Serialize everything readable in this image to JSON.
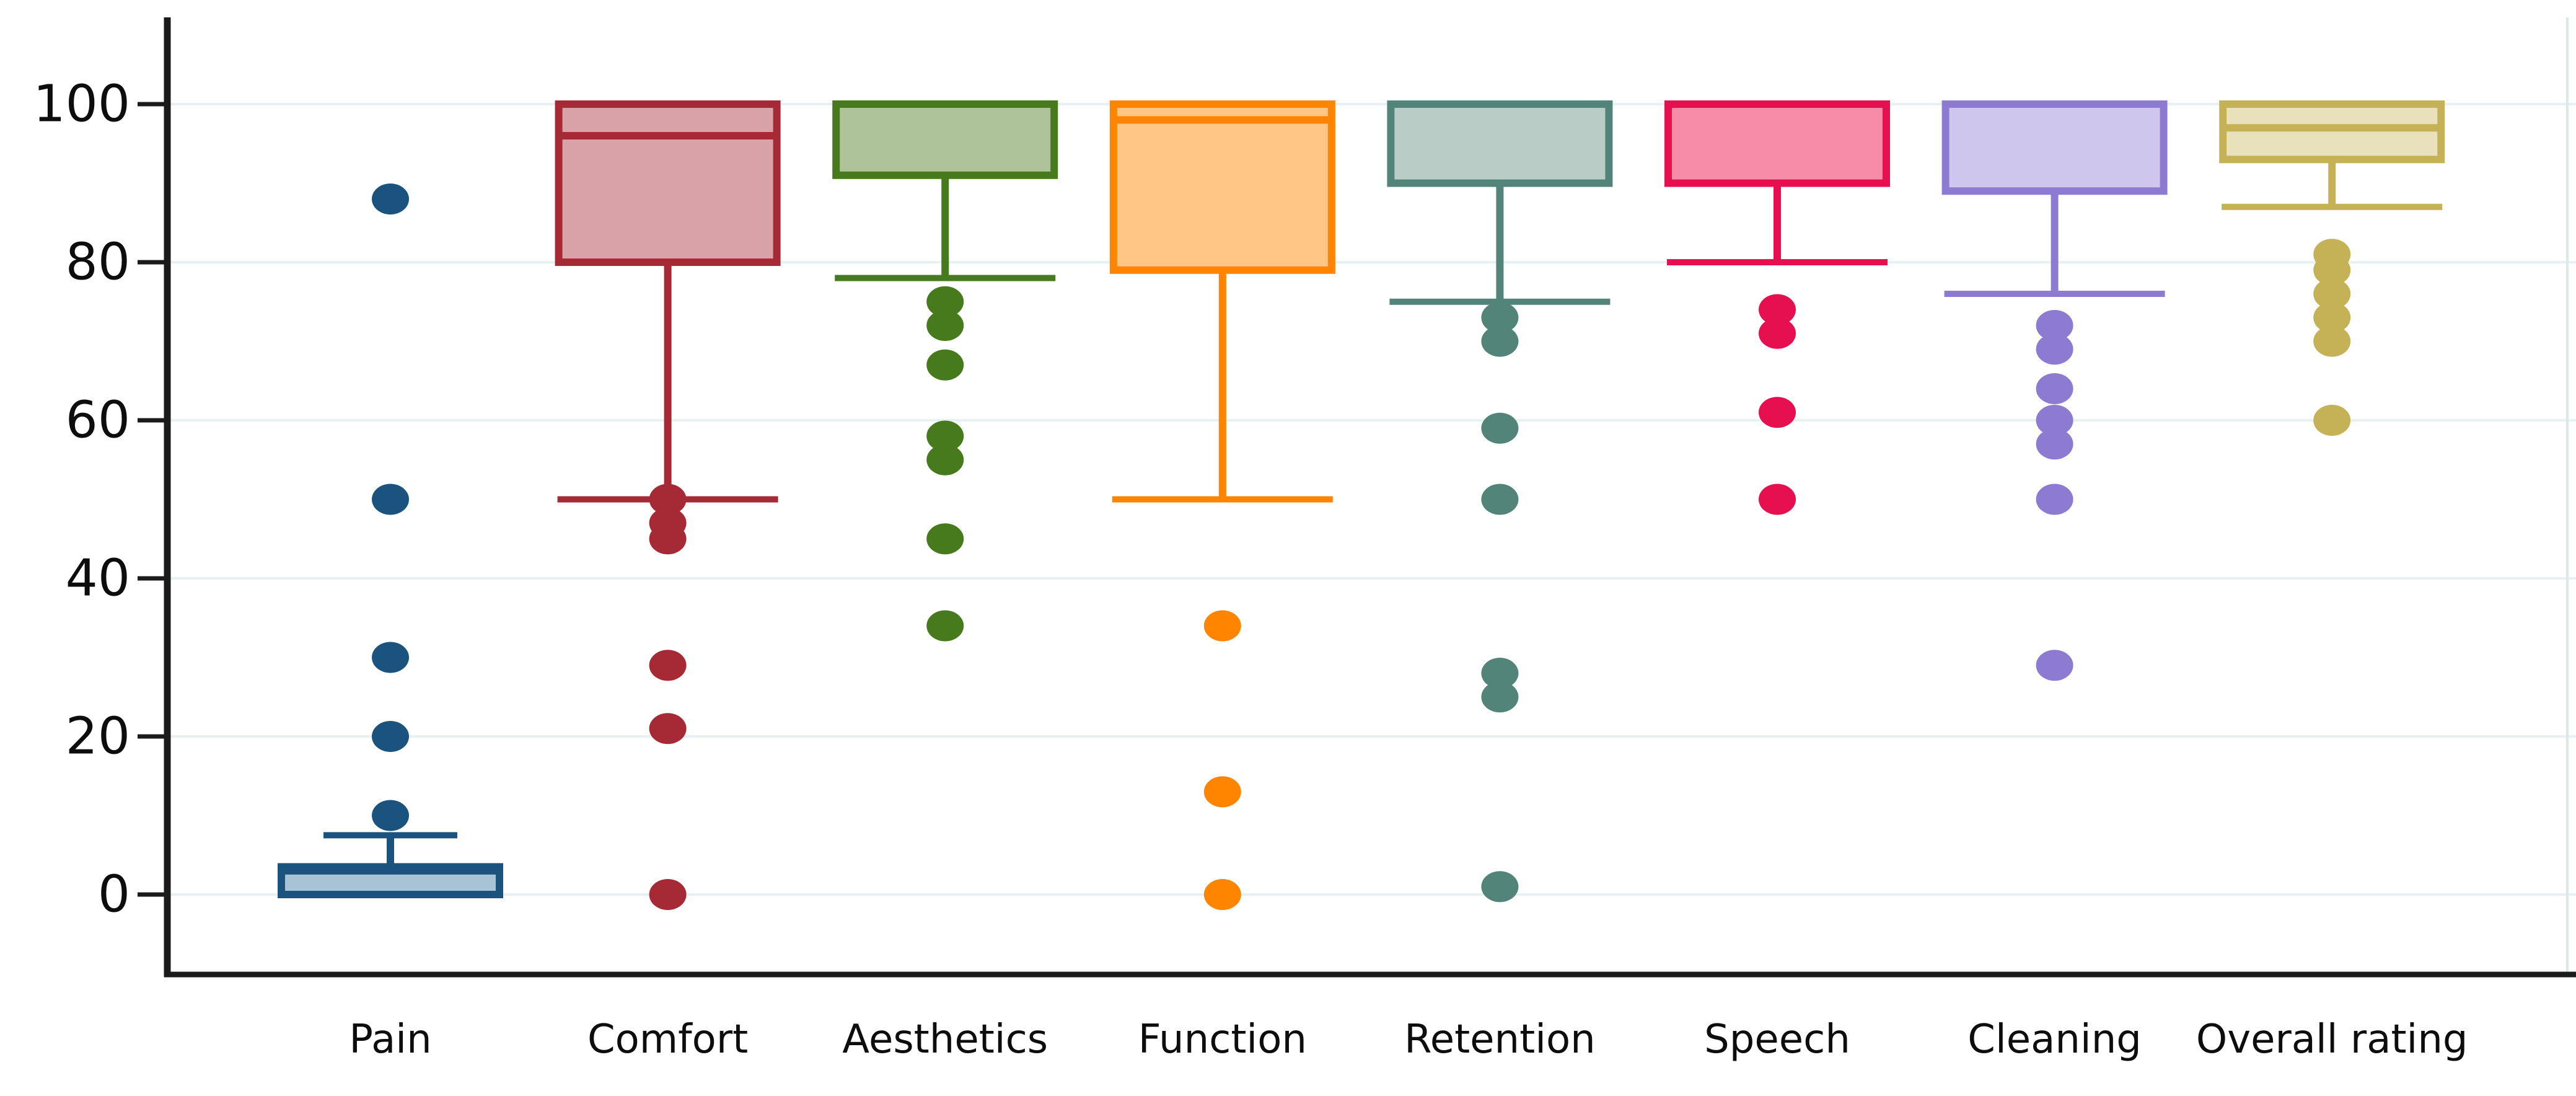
{
  "figure": {
    "background_color": "#ffffff",
    "axis_color": "#1b1b1b",
    "grid_color": "#e7f1f1",
    "right_spine_color": "#dcE9e9"
  },
  "chart_data": {
    "type": "box",
    "title": "",
    "xlabel": "",
    "ylabel": "",
    "legend": "none",
    "grid": "horizontal",
    "y_axis": {
      "ticks": [
        0,
        20,
        40,
        60,
        80,
        100
      ],
      "tick_labels": [
        "0",
        "20",
        "40",
        "60",
        "80",
        "100"
      ],
      "range_shown": [
        -10,
        110
      ]
    },
    "categories": [
      "Pain",
      "Comfort",
      "Aesthetics",
      "Function",
      "Retention",
      "Speech",
      "Cleaning",
      "Overall rating"
    ],
    "series": [
      {
        "name": "Pain",
        "border_color": "#19537e",
        "fill_color": "#a9c3d6",
        "q1": 0,
        "median": 3,
        "q3": 3.5,
        "whisker_low": 0,
        "whisker_high": 7.5,
        "outliers": [
          10,
          20,
          30,
          50,
          88
        ]
      },
      {
        "name": "Comfort",
        "border_color": "#a52a36",
        "fill_color": "#d9a2a9",
        "q1": 80,
        "median": 96,
        "q3": 100,
        "whisker_low": 50,
        "whisker_high": 100,
        "outliers": [
          50,
          47,
          45,
          29,
          21,
          0
        ]
      },
      {
        "name": "Aesthetics",
        "border_color": "#47791d",
        "fill_color": "#afc39a",
        "q1": 91,
        "median": 100,
        "q3": 100,
        "whisker_low": 78,
        "whisker_high": 100,
        "outliers": [
          75,
          72,
          67,
          58,
          55,
          45,
          34
        ]
      },
      {
        "name": "Function",
        "border_color": "#ff8400",
        "fill_color": "#ffc685",
        "q1": 79,
        "median": 98,
        "q3": 100,
        "whisker_low": 50,
        "whisker_high": 100,
        "outliers": [
          34,
          13,
          0
        ]
      },
      {
        "name": "Retention",
        "border_color": "#52847a",
        "fill_color": "#b9cdc6",
        "q1": 90,
        "median": 100,
        "q3": 100,
        "whisker_low": 75,
        "whisker_high": 100,
        "outliers": [
          73,
          70,
          59,
          50,
          28,
          25,
          1
        ]
      },
      {
        "name": "Speech",
        "border_color": "#e60f4f",
        "fill_color": "#f78ca6",
        "q1": 90,
        "median": 100,
        "q3": 100,
        "whisker_low": 80,
        "whisker_high": 100,
        "outliers": [
          74,
          71,
          61,
          50
        ]
      },
      {
        "name": "Cleaning",
        "border_color": "#8c7bd0",
        "fill_color": "#cec6ec",
        "q1": 89,
        "median": 100,
        "q3": 100,
        "whisker_low": 76,
        "whisker_high": 100,
        "outliers": [
          72,
          69,
          64,
          60,
          57,
          50,
          29
        ]
      },
      {
        "name": "Overall rating",
        "border_color": "#c5b257",
        "fill_color": "#e9e1bc",
        "q1": 93,
        "median": 97,
        "q3": 100,
        "whisker_low": 87,
        "whisker_high": 100,
        "outliers": [
          81,
          79,
          76,
          73,
          70,
          60
        ]
      }
    ]
  }
}
